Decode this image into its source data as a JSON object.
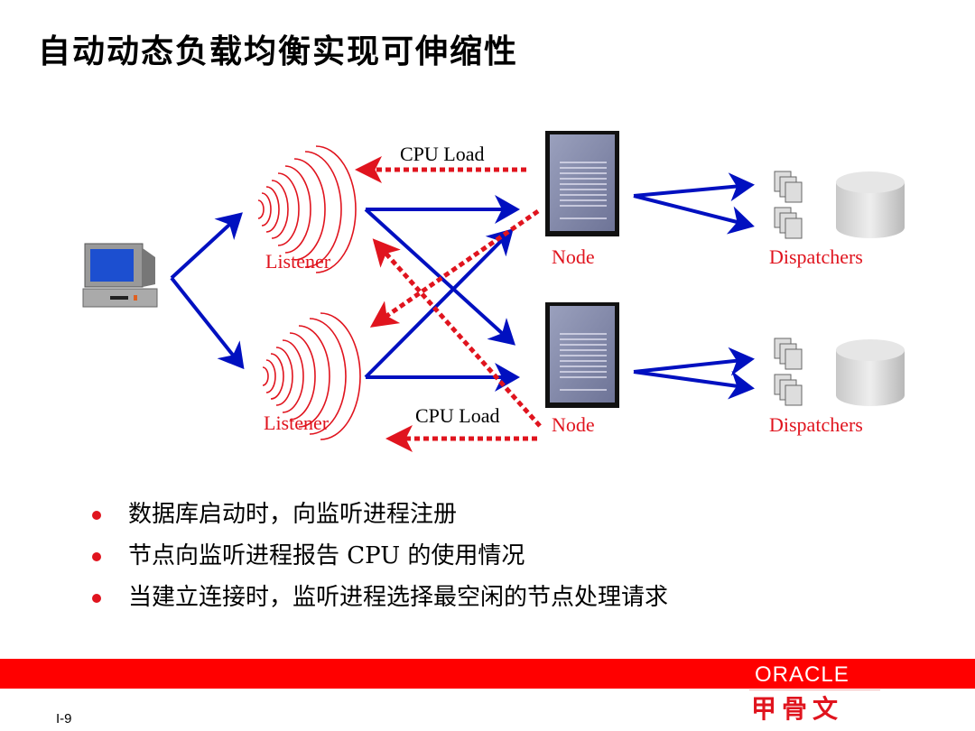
{
  "title": "自动动态负载均衡实现可伸缩性",
  "diagram": {
    "listener_label": "Listener",
    "node_label": "Node",
    "dispatchers_label": "Dispatchers",
    "cpu_load_label": "CPU Load"
  },
  "bullets": [
    "数据库启动时，向监听进程注册",
    "节点向监听进程报告 CPU 的使用情况",
    "当建立连接时，监听进程选择最空闲的节点处理请求"
  ],
  "footer": {
    "brand": "ORACLE",
    "brand_cn": "甲骨文",
    "page": "I-9"
  },
  "colors": {
    "accent": "#ff0000",
    "arrow": "#0010c0",
    "signal": "#e0141e"
  }
}
